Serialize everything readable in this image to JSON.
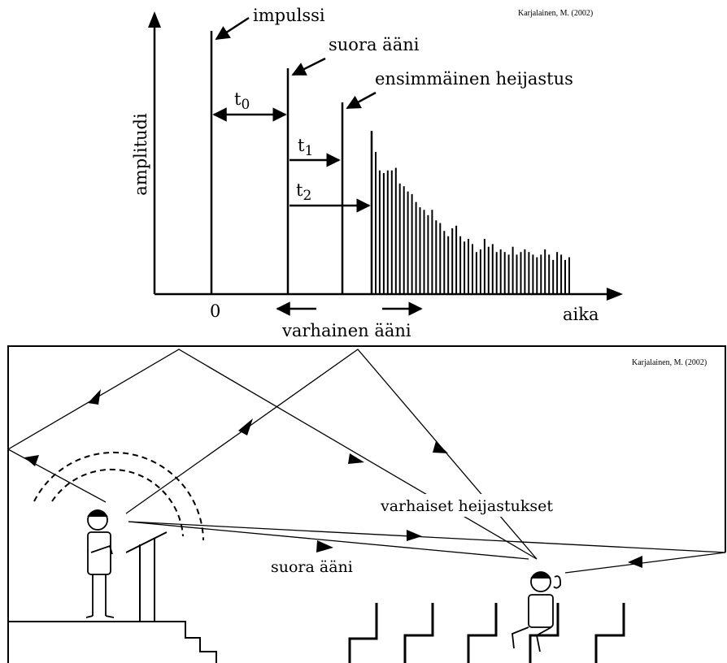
{
  "credit_top": "Karjalainen, M. (2002)",
  "credit_bottom": "Karjalainen, M. (2002)",
  "impulse_diagram": {
    "y_axis_label": "amplitudi",
    "x_axis_label": "aika",
    "origin_label": "0",
    "impulse_label": "impulssi",
    "direct_sound_label": "suora ääni",
    "first_reflection_label": "ensimmäinen heijastus",
    "t0_label": "t",
    "t0_sub": "0",
    "t1_label": "t",
    "t1_sub": "1",
    "t2_label": "t",
    "t2_sub": "2",
    "early_sound_label": "varhainen ääni",
    "pulse_amplitudes": {
      "impulse": 1.0,
      "direct": 0.86,
      "first_reflection": 0.73,
      "reverb_tail": [
        0.62,
        0.54,
        0.47,
        0.46,
        0.47,
        0.47,
        0.48,
        0.42,
        0.41,
        0.39,
        0.38,
        0.35,
        0.33,
        0.32,
        0.3,
        0.32,
        0.28,
        0.27,
        0.24,
        0.22,
        0.25,
        0.26,
        0.22,
        0.2,
        0.21,
        0.19,
        0.16,
        0.17,
        0.21,
        0.18,
        0.19,
        0.16,
        0.17,
        0.16,
        0.15,
        0.18,
        0.15,
        0.16,
        0.17,
        0.16,
        0.15,
        0.14,
        0.15,
        0.17,
        0.15,
        0.13,
        0.16,
        0.15,
        0.13,
        0.14
      ]
    }
  },
  "room_diagram": {
    "early_reflections_label": "varhaiset heijastukset",
    "direct_sound_label": "suora ääni"
  }
}
